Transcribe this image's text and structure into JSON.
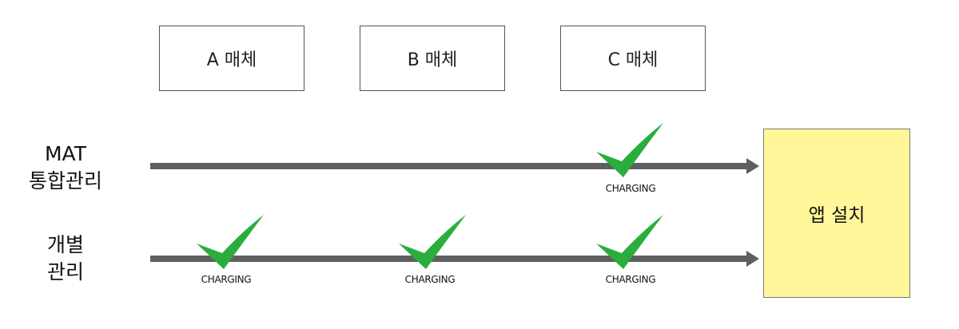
{
  "media": [
    {
      "label": "A 매체"
    },
    {
      "label": "B 매체"
    },
    {
      "label": "C 매체"
    }
  ],
  "rows": [
    {
      "label_lines": [
        "MAT",
        "통합관리"
      ]
    },
    {
      "label_lines": [
        "개별",
        "관리"
      ]
    }
  ],
  "charging_label": "CHARGING",
  "install": {
    "label": "앱 설치"
  },
  "colors": {
    "check": "#2aad3c",
    "arrow": "#5f5f5f",
    "install_fill": "#fff799",
    "box_border": "#555555"
  },
  "icons": {
    "check": "check-icon",
    "arrow": "arrow-right-icon"
  }
}
